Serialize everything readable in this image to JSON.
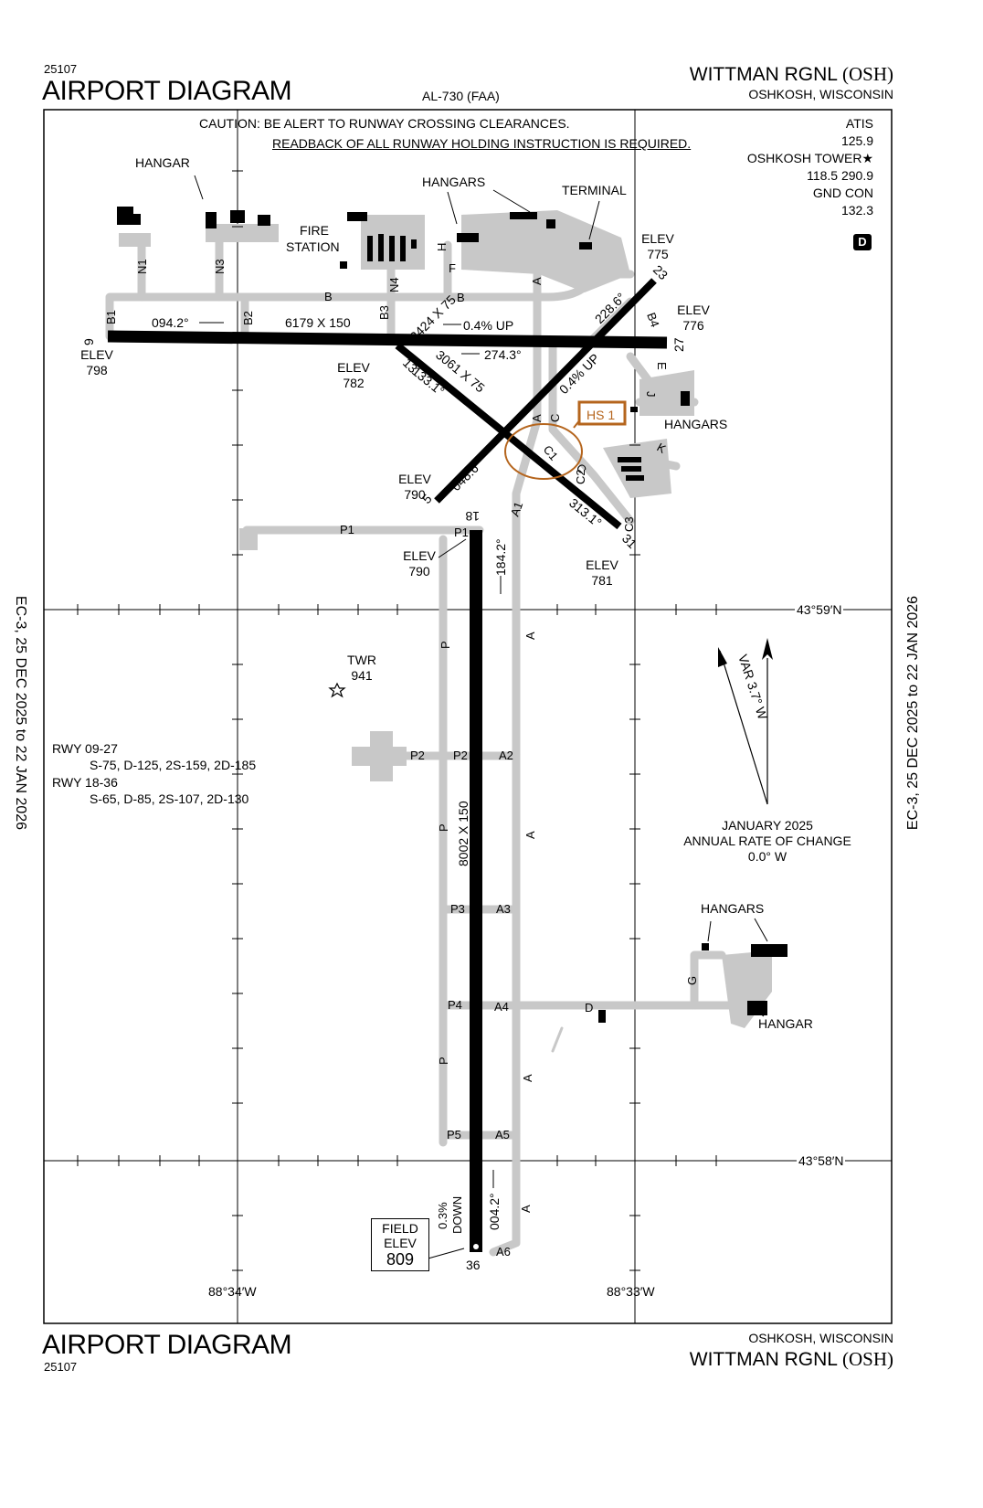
{
  "header": {
    "chart_number": "25107",
    "title": "AIRPORT DIAGRAM",
    "procedure_id": "AL-730 (FAA)",
    "airport_name": "WITTMAN RGNL",
    "airport_id": "(OSH)",
    "city_state": "OSHKOSH, WISCONSIN"
  },
  "footer": {
    "title": "AIRPORT DIAGRAM",
    "chart_number": "25107",
    "city_state": "OSHKOSH, WISCONSIN",
    "airport_name": "WITTMAN RGNL",
    "airport_id": "(OSH)"
  },
  "effective": {
    "left": "EC-3,  25 DEC 2025  to  22 JAN 2026",
    "right": "EC-3,  25 DEC 2025  to  22 JAN 2026"
  },
  "caution": {
    "line1": "CAUTION: BE ALERT TO RUNWAY CROSSING CLEARANCES.",
    "line2": "READBACK OF ALL RUNWAY HOLDING INSTRUCTION IS REQUIRED."
  },
  "comms": {
    "atis_label": "ATIS",
    "atis_freq": "125.9",
    "tower_label": "OSHKOSH TOWER",
    "tower_freq": "118.5  290.9",
    "gnd_label": "GND CON",
    "gnd_freq": "132.3",
    "badge": "D"
  },
  "runway_info": {
    "rwy1": "RWY 09-27",
    "rwy1_strength": "S-75, D-125, 2S-159, 2D-185",
    "rwy2": "RWY 18-36",
    "rwy2_strength": "S-65, D-85, 2S-107, 2D-130"
  },
  "magnetic": {
    "var": "VAR 3.7° W",
    "line1": "JANUARY 2025",
    "line2": "ANNUAL RATE OF CHANGE",
    "line3": "0.0° W"
  },
  "coordinates": {
    "lat1": "43°59′N",
    "lat2": "43°58′N",
    "lon1": "88°34′W",
    "lon2": "88°33′W"
  },
  "field_elev": {
    "label1": "FIELD",
    "label2": "ELEV",
    "value": "809"
  },
  "tower": {
    "label": "TWR",
    "value": "941"
  },
  "map_labels": {
    "hangar_nw": "HANGAR",
    "hangars_n": "HANGARS",
    "terminal": "TERMINAL",
    "fire1": "FIRE",
    "fire2": "STATION",
    "hangars_e": "HANGARS",
    "hangars_se": "HANGARS",
    "hangar_se": "HANGAR",
    "hs1": "HS 1",
    "elev": "ELEV",
    "elev_775": "775",
    "elev_776": "776",
    "elev_798": "798",
    "elev_782": "782",
    "elev_790a": "790",
    "elev_790b": "790",
    "elev_781": "781",
    "rwy9_dims": "6179 X 150",
    "rwy9_hdg": "094.2°",
    "rwy27_hdg": "274.3°",
    "rwy9_grad": "0.4% UP",
    "rwy13_dims": "3061 X 75",
    "rwy13_hdg": "133.1°",
    "rwy31_hdg": "313.1°",
    "rwy5_dims": "3424 X 75",
    "rwy5_hdg": "048.6°",
    "rwy23_hdg": "228.6°",
    "rwy5_grad": "0.4% UP",
    "rwy18_dims": "8002 X 150",
    "rwy18_hdg": "184.2°",
    "rwy36_hdg": "004.2°",
    "rwy36_grad1": "0.3%",
    "rwy36_grad2": "DOWN",
    "rwy_9": "9",
    "rwy_27": "27",
    "rwy_13": "13",
    "rwy_31": "31",
    "rwy_5": "5",
    "rwy_23": "23",
    "rwy_18": "18",
    "rwy_36": "36",
    "twy_n1": "N1",
    "twy_n3": "N3",
    "twy_n4": "N4",
    "twy_h": "H",
    "twy_f": "F",
    "twy_b": "B",
    "twy_b2": "B",
    "twy_b1": "B1",
    "twy_b2n": "B2",
    "twy_b3": "B3",
    "twy_b4": "B4",
    "twy_e": "E",
    "twy_j": "J",
    "twy_k": "K",
    "twy_a": "A",
    "twy_a_2": "A",
    "twy_a_3": "A",
    "twy_a_4": "A",
    "twy_a_5": "A",
    "twy_a_6": "A",
    "twy_c": "C",
    "twy_c_2": "C",
    "twy_c1": "C1",
    "twy_c2": "C2",
    "twy_c3": "C3",
    "twy_a1": "A1",
    "twy_p1": "P1",
    "twy_p1b": "P1",
    "twy_p": "P",
    "twy_p_2": "P",
    "twy_p_3": "P",
    "twy_p2": "P2",
    "twy_p2b": "P2",
    "twy_a2": "A2",
    "twy_p3": "P3",
    "twy_a3": "A3",
    "twy_p4": "P4",
    "twy_a4": "A4",
    "twy_p5": "P5",
    "twy_a5": "A5",
    "twy_a6": "A6",
    "twy_d": "D",
    "twy_g": "G"
  },
  "colors": {
    "runway": "#000000",
    "taxiway": "#c8c8c8",
    "hot_spot": "#b5651d"
  }
}
